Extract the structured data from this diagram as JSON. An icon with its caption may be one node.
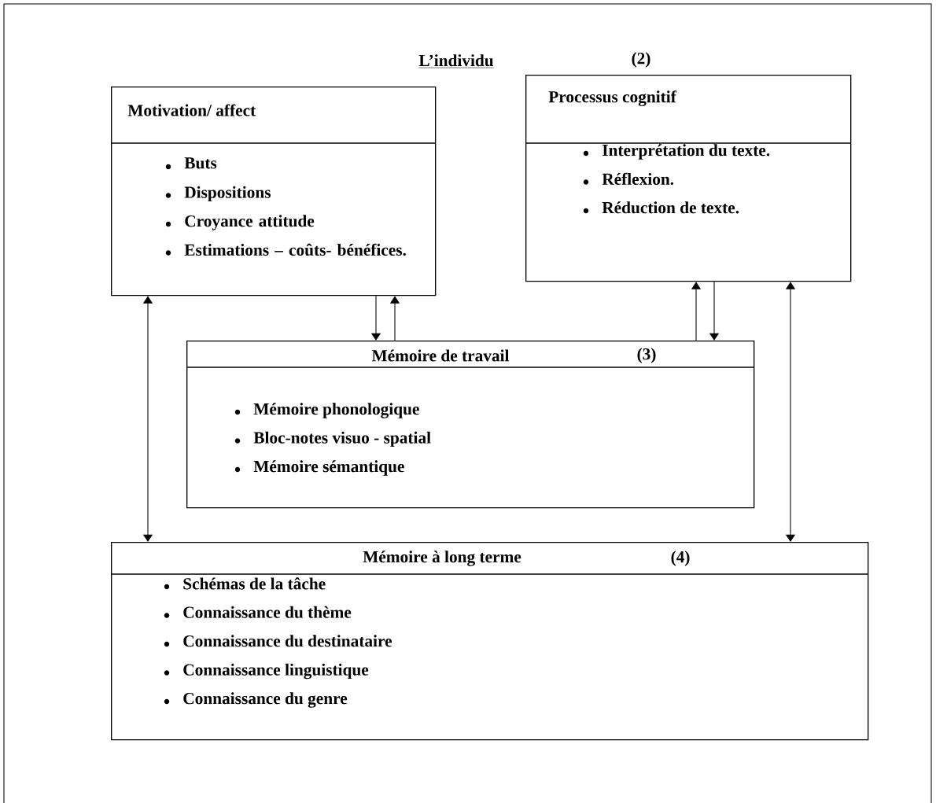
{
  "diagram": {
    "title": "L’individu",
    "nodes": [
      {
        "text": [
          "Motivation/ affect",
          "Buts",
          "Dispositions",
          "Croyance attitude",
          "Estimations – coûts- bénéfices."
        ]
      },
      {
        "text": [
          "Processus cognitif",
          "Interprétation du texte.",
          "Réflexion.",
          "Réduction de texte."
        ]
      },
      {
        "text": [
          "Mémoire de travail",
          "(3)",
          "Mémoire phonologique",
          "Bloc-notes visuo - spatial",
          "Mémoire sémantique"
        ]
      },
      {
        "text": [
          "Mémoire à long terme",
          "(4)",
          "Schémas de la tâche",
          "Connaissance du thème",
          "Connaissance du destinataire",
          "Connaissance linguistique",
          "Connaissance du genre"
        ]
      }
    ],
    "edges": [
      {
        "from": 0,
        "to": 2,
        "arrow": "to"
      },
      {
        "from": 2,
        "to": 0,
        "arrow": "to"
      },
      {
        "from": 2,
        "to": 1,
        "arrow": "to"
      },
      {
        "from": 1,
        "to": 2,
        "arrow": "to"
      },
      {
        "from": 0,
        "to": 3,
        "arrow": "both"
      },
      {
        "from": 1,
        "to": 3,
        "arrow": "both"
      }
    ],
    "labels": [
      "(2)"
    ]
  }
}
